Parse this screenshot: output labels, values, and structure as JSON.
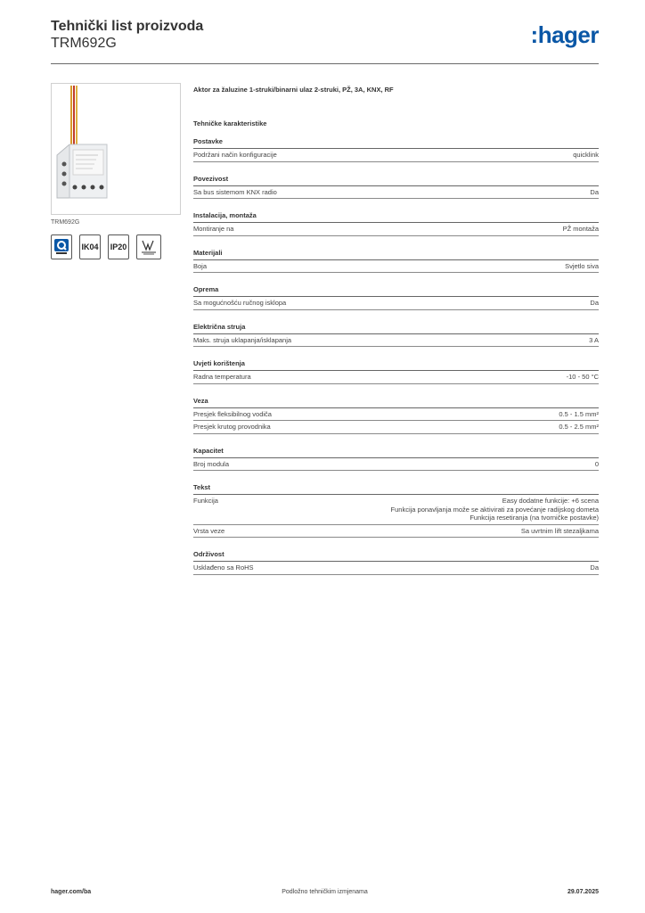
{
  "header": {
    "title": "Tehnički list proizvoda",
    "subtitle": "TRM692G",
    "logo": ":hager"
  },
  "product": {
    "caption": "TRM692G",
    "badges": [
      {
        "name": "quicklink-badge",
        "label": "",
        "icon": "quicklink-icon"
      },
      {
        "name": "ik04-badge",
        "label": "IK04"
      },
      {
        "name": "ip20-badge",
        "label": "IP20"
      },
      {
        "name": "recycle-badge",
        "label": "",
        "icon": "recycle-icon"
      }
    ]
  },
  "description": "Aktor za žaluzine 1-struki/binarni ulaz 2-struki, PŽ, 3A, KNX, RF",
  "section_title": "Tehničke karakteristike",
  "groups": [
    {
      "title": "Postavke",
      "rows": [
        {
          "label": "Podržani način konfiguracije",
          "value": [
            "quicklink"
          ]
        }
      ]
    },
    {
      "title": "Povezivost",
      "rows": [
        {
          "label": "Sa bus sistemom KNX radio",
          "value": [
            "Da"
          ]
        }
      ]
    },
    {
      "title": "Instalacija, montaža",
      "rows": [
        {
          "label": "Montiranje na",
          "value": [
            "PŽ montaža"
          ]
        }
      ]
    },
    {
      "title": "Materijali",
      "rows": [
        {
          "label": "Boja",
          "value": [
            "Svjetlo siva"
          ]
        }
      ]
    },
    {
      "title": "Oprema",
      "rows": [
        {
          "label": "Sa mogućnošću ručnog isklopa",
          "value": [
            "Da"
          ]
        }
      ]
    },
    {
      "title": "Električna struja",
      "rows": [
        {
          "label": "Maks. struja uklapanja/isklapanja",
          "value": [
            "3 A"
          ]
        }
      ]
    },
    {
      "title": "Uvjeti korištenja",
      "rows": [
        {
          "label": "Radna temperatura",
          "value": [
            "-10 - 50 °C"
          ]
        }
      ]
    },
    {
      "title": "Veza",
      "rows": [
        {
          "label": "Presjek fleksibilnog vodiča",
          "value": [
            "0.5 - 1.5 mm²"
          ]
        },
        {
          "label": "Presjek krutog provodnika",
          "value": [
            "0.5 - 2.5 mm²"
          ]
        }
      ]
    },
    {
      "title": "Kapacitet",
      "rows": [
        {
          "label": "Broj modula",
          "value": [
            "0"
          ]
        }
      ]
    },
    {
      "title": "Tekst",
      "rows": [
        {
          "label": "Funkcija",
          "value": [
            "Easy dodatne funkcije: +6 scena",
            "Funkcija ponavljanja može se aktivirati za povećanje radijskog dometa",
            "Funkcija resetiranja (na tvorničke postavke)"
          ]
        },
        {
          "label": "Vrsta veze",
          "value": [
            "Sa uvrtnim lift stezaljkama"
          ]
        }
      ]
    },
    {
      "title": "Održivost",
      "rows": [
        {
          "label": "Usklađeno sa RoHS",
          "value": [
            "Da"
          ]
        }
      ]
    }
  ],
  "footer": {
    "website": "hager.com/ba",
    "note": "Podložno tehničkim izmjenama",
    "date": "29.07.2025"
  }
}
